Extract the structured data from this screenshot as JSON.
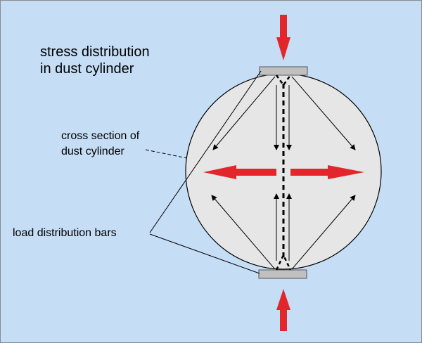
{
  "labels": {
    "title_line1": "stress distribution",
    "title_line2": "in dust cylinder",
    "cross_line1": "cross section of",
    "cross_line2": "dust cylinder",
    "load_bars": "load distribution bars"
  },
  "colors": {
    "background": "#c5ddf5",
    "cylinder_fill": "#e6e6e6",
    "bar_fill": "#c0c0c0",
    "load_arrow": "#e3262b",
    "stroke": "#000000"
  }
}
